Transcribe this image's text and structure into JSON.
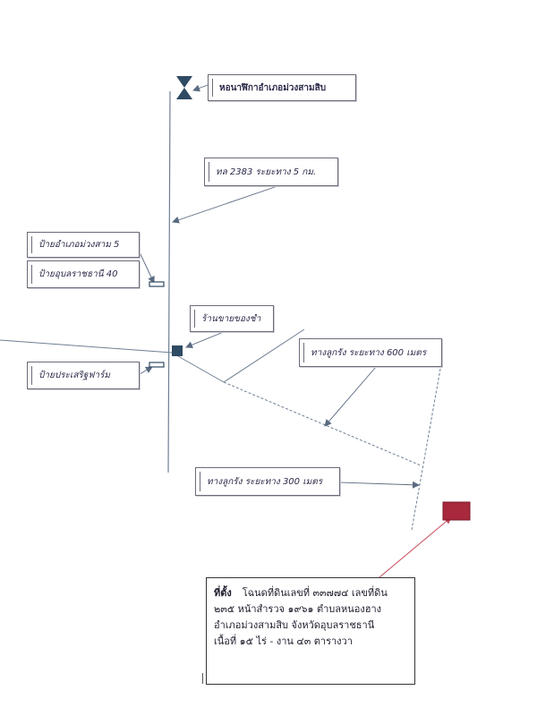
{
  "labels": {
    "district_office": "หอนาฬิกาอำเภอม่วงสามสิบ",
    "road_distance": "ทล 2383 ระยะทาง 5 กม.",
    "sign_muang_sam_sip": "ป้ายอำเภอม่วงสาม 5",
    "sign_ubon": "ป้ายอุบลราชธานี 40",
    "shop": "ร้านขายของชำ",
    "laterite_road_600": "ทางลูกรัง ระยะทาง 600 เมตร",
    "sign_farm": "ป้ายประเสริฐฟาร์ม",
    "laterite_road_300": "ทางลูกรัง ระยะทาง 300 เมตร"
  },
  "location_info": {
    "heading": "ที่ตั้ง",
    "line1": "โฉนดที่ดินเลขที่ ๓๓๗๗๔ เลขที่ดิน",
    "line2": "๒๓๕ หน้าสำรวจ ๑๙๖๑ ตำบลหนองฮาง",
    "line3": "อำเภอม่วงสามสิบ จังหวัดอุบลราชธานี",
    "line4": "เนื้อที่ ๑๕ ไร่ - งาน ๔๓ ตารางวา"
  },
  "icons": {
    "landmark": "hourglass-icon",
    "shop": "square-icon",
    "target": "red-flag-icon",
    "signs": "signpost-icon"
  },
  "colors": {
    "road": "#6e7f93",
    "marker": "#2f4a63",
    "target": "#a8283c",
    "target_arrow": "#c84a5a"
  }
}
